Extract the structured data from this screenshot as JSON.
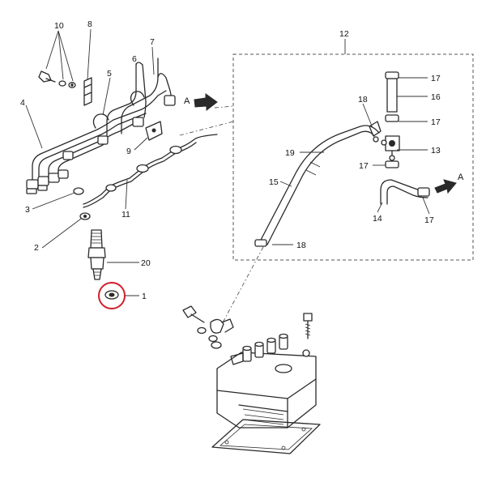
{
  "callouts": {
    "c1": "1",
    "c2": "2",
    "c3": "3",
    "c4": "4",
    "c5": "5",
    "c6": "6",
    "c7": "7",
    "c8": "8",
    "c9": "9",
    "c10": "10",
    "c11": "11",
    "c12": "12",
    "c13": "13",
    "c14": "14",
    "c15": "15",
    "c16": "16",
    "c17a": "17",
    "c17b": "17",
    "c17c": "17",
    "c17d": "17",
    "c18a": "18",
    "c18b": "18",
    "c19": "19",
    "c20": "20"
  },
  "arrow_labels": {
    "a_left": "A",
    "a_right": "A"
  },
  "colors": {
    "highlight": "#d0202a",
    "line": "#2a2a2a"
  },
  "icons": {
    "direction_arrow": "filled-right-arrow-icon"
  }
}
